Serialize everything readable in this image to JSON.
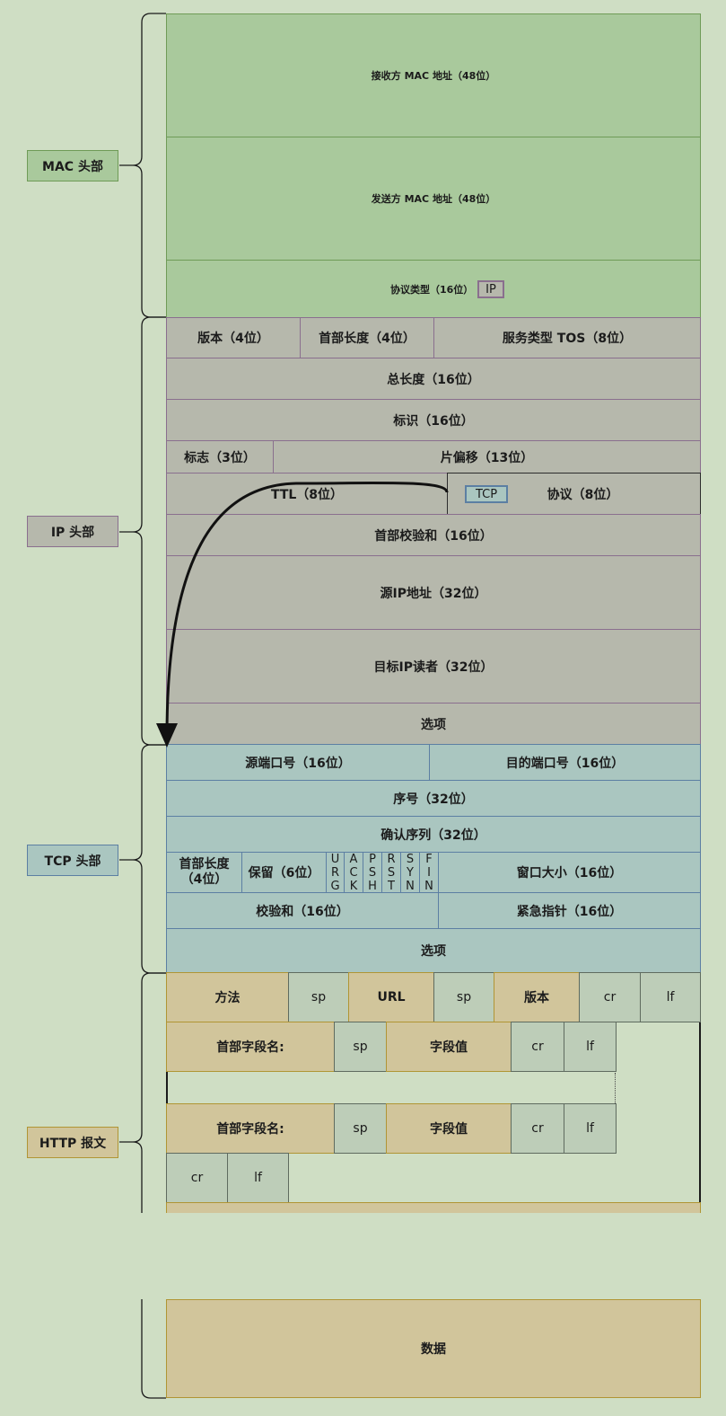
{
  "labels": {
    "mac": "MAC 头部",
    "ip": "IP 头部",
    "tcp": "TCP 头部",
    "http": "HTTP 报文"
  },
  "mac_header": {
    "receiver": "接收方 MAC 地址（48位）",
    "sender": "发送方 MAC 地址（48位）",
    "protocol_type": "协议类型（16位）",
    "protocol_badge": "IP"
  },
  "ip_header": {
    "version": "版本（4位）",
    "header_length": "首部长度（4位）",
    "tos": "服务类型 TOS（8位）",
    "total_length": "总长度（16位）",
    "identification": "标识（16位）",
    "flags": "标志（3位）",
    "fragment_offset": "片偏移（13位）",
    "ttl": "TTL（8位）",
    "protocol_badge": "TCP",
    "protocol": "协议（8位）",
    "checksum": "首部校验和（16位）",
    "src_ip": "源IP地址（32位）",
    "dst_ip": "目标IP读者（32位）",
    "options": "选项"
  },
  "tcp_header": {
    "src_port": "源端口号（16位）",
    "dst_port": "目的端口号（16位）",
    "seq": "序号（32位）",
    "ack": "确认序列（32位）",
    "header_length": "首部长度（4位）",
    "reserved": "保留（6位）",
    "flags": [
      "URG",
      "ACK",
      "PSH",
      "RST",
      "SYN",
      "FIN"
    ],
    "window": "窗口大小（16位）",
    "checksum": "校验和（16位）",
    "urgent": "紧急指针（16位）",
    "options": "选项"
  },
  "http": {
    "method": "方法",
    "sp": "sp",
    "url": "URL",
    "version": "版本",
    "cr": "cr",
    "lf": "lf",
    "field_name": "首部字段名:",
    "field_value": "字段值",
    "data": "数据"
  },
  "colors": {
    "background": "#cfdec4",
    "mac": "#a9c99c",
    "ip": "#b6b8ac",
    "tcp": "#aac6c0",
    "http": "#d1c59b",
    "symbol": "#bdcdb8"
  }
}
